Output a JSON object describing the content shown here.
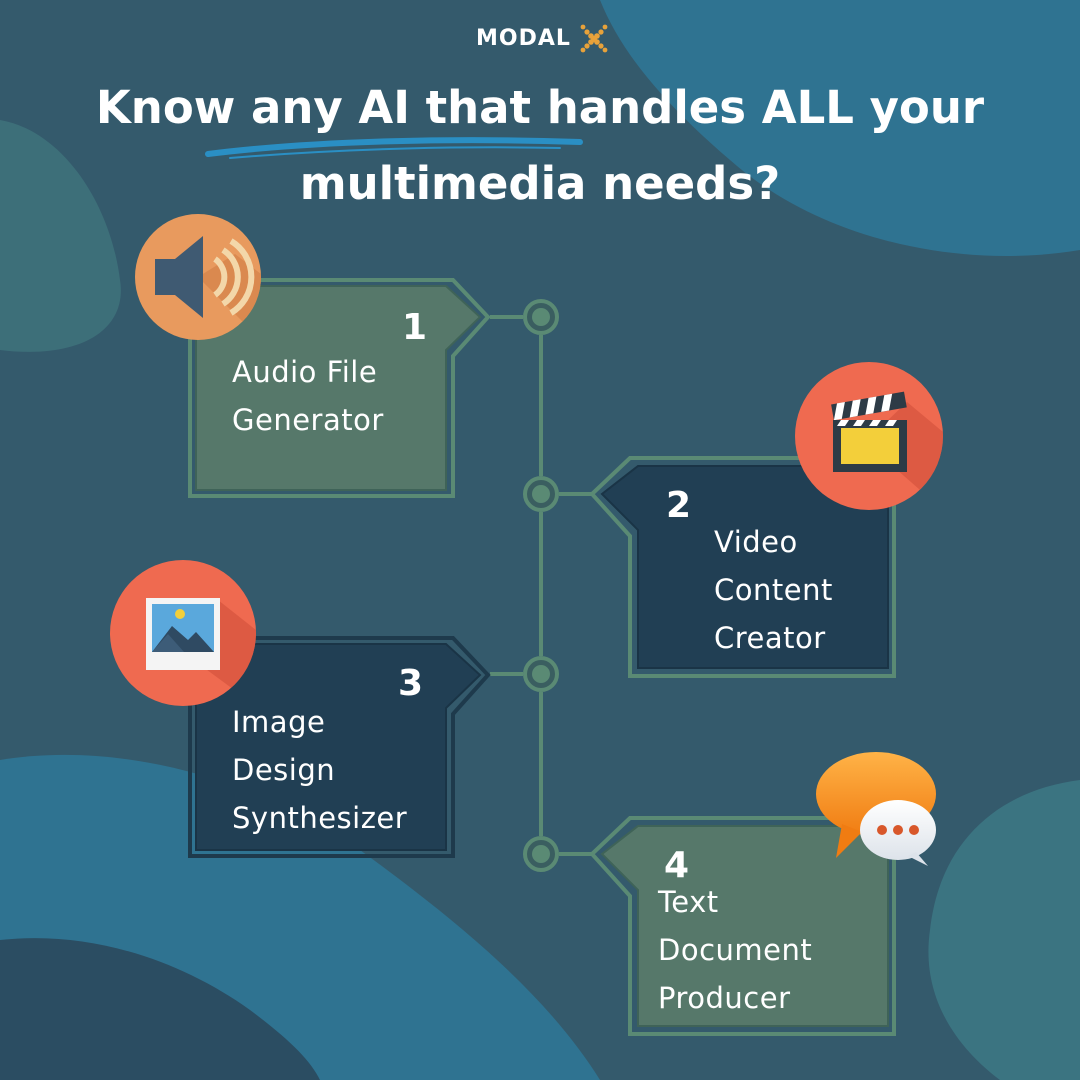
{
  "brand": {
    "name": "MODAL"
  },
  "headline": {
    "line1": "Know any AI that handles ALL your",
    "line2": "multimedia needs?"
  },
  "items": [
    {
      "number": "1",
      "line1": "Audio File",
      "line2": "Generator",
      "icon": "speaker-icon"
    },
    {
      "number": "2",
      "line1": "Video",
      "line2": "Content",
      "line3": "Creator",
      "icon": "clapperboard-icon"
    },
    {
      "number": "3",
      "line1": "Image",
      "line2": "Design",
      "line3": "Synthesizer",
      "icon": "image-icon"
    },
    {
      "number": "4",
      "line1": "Text",
      "line2": "Document",
      "line3": "Producer",
      "icon": "chat-bubbles-icon"
    }
  ],
  "colors": {
    "background": "#345a6c",
    "card_green": "#56786a",
    "card_navy": "#213f54",
    "outline": "#5a8a74",
    "icon_orange": "#ef6a50",
    "icon_tan": "#e89a5e",
    "accent_blue": "#2a8fc4"
  }
}
